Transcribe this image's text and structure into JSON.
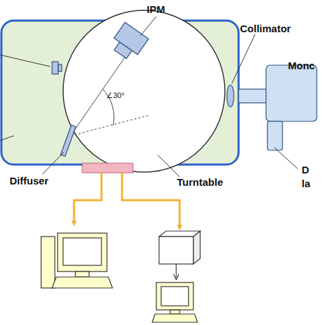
{
  "diagram": {
    "labels": [
      "IPM",
      "Collimator",
      "Monc",
      "∠30°",
      "Diffuser",
      "Turntable",
      "D",
      "la"
    ]
  }
}
